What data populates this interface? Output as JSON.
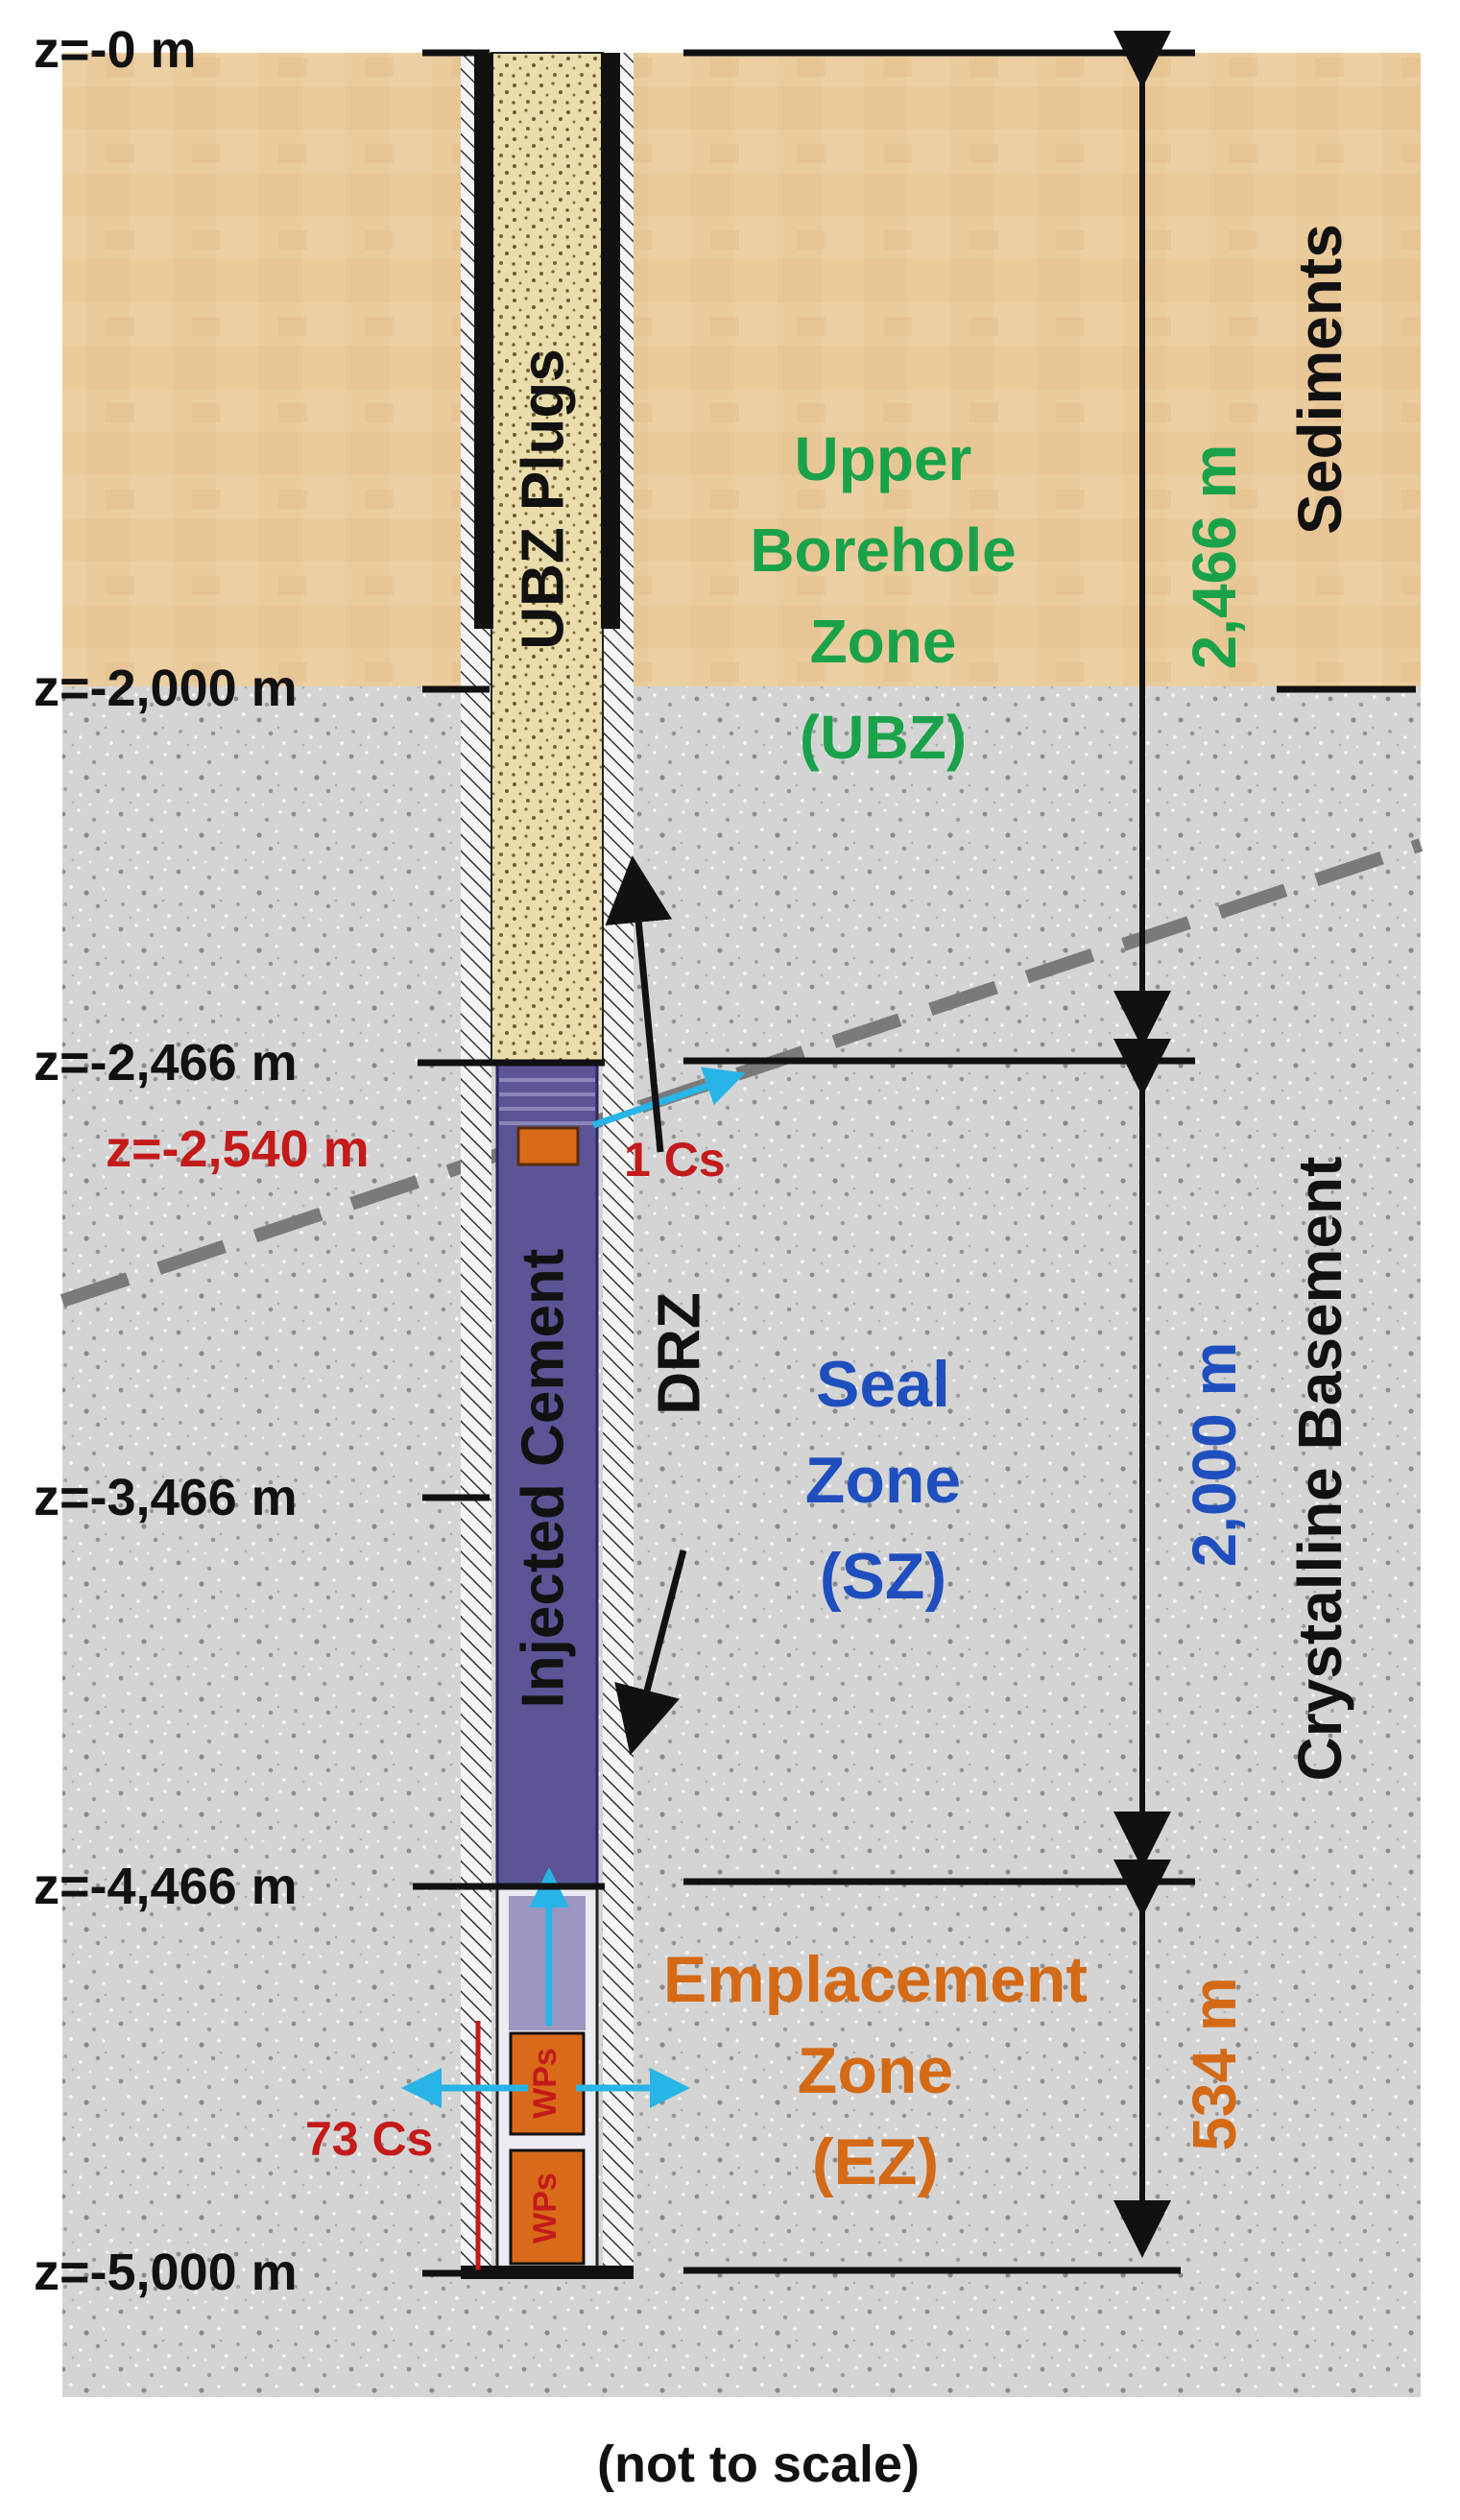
{
  "depth_labels": [
    {
      "text": "z=-0 m",
      "color": "#111111"
    },
    {
      "text": "z=-2,000 m",
      "color": "#111111"
    },
    {
      "text": "z=-2,466 m",
      "color": "#111111"
    },
    {
      "text": "z=-2,540 m",
      "color": "#c41a1a"
    },
    {
      "text": "z=-3,466 m",
      "color": "#111111"
    },
    {
      "text": "z=-4,466 m",
      "color": "#111111"
    },
    {
      "text": "z=-5,000 m",
      "color": "#111111"
    }
  ],
  "layers": {
    "sediments": {
      "label": "Sediments",
      "color": "#e9c999"
    },
    "basement": {
      "label": "Crystalline  Basement",
      "color": "#d2d2d2"
    }
  },
  "zones": {
    "ubz": {
      "lines": [
        "Upper",
        "Borehole",
        "Zone",
        "(UBZ)"
      ],
      "color": "#1aa24a",
      "length": "2,466 m"
    },
    "sz": {
      "lines": [
        "Seal",
        "Zone",
        "(SZ)"
      ],
      "color": "#1f4fbf",
      "length": "2,000 m"
    },
    "ez": {
      "lines": [
        "Emplacement",
        "Zone",
        "(EZ)"
      ],
      "color": "#d46a16",
      "length": "534 m"
    }
  },
  "borehole": {
    "ubz_plugs_label": "UBZ Plugs",
    "cement_label": "Injected Cement",
    "drz_label": "DRZ",
    "wp_label": "WPs",
    "cs_upper": "1 Cs",
    "cs_lower": "73 Cs",
    "plug_color": "#e8dcaa",
    "cement_color": "#5b5596",
    "wp_color": "#d86a1a",
    "arrow_color": "#28b4e6"
  },
  "footer": {
    "note": "(not to scale)"
  }
}
